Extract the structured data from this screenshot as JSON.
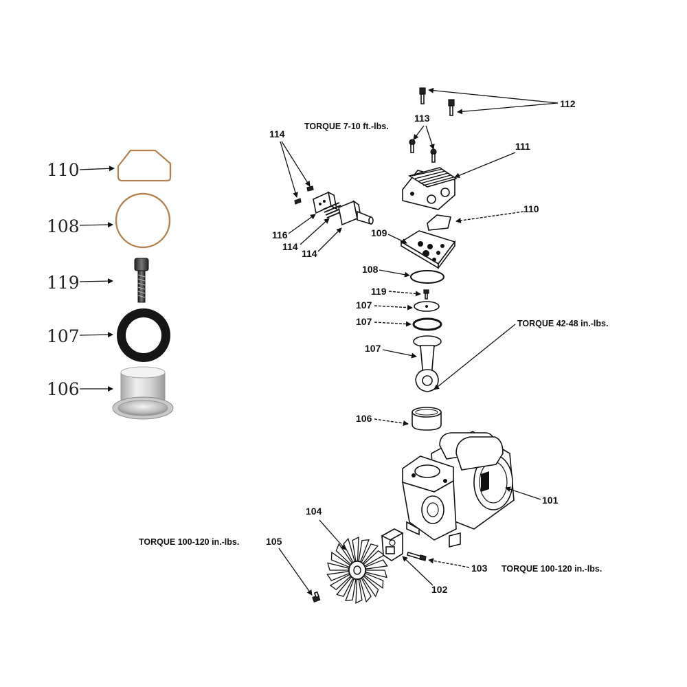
{
  "left_legend": {
    "items": [
      {
        "label": "110"
      },
      {
        "label": "108"
      },
      {
        "label": "119"
      },
      {
        "label": "107"
      },
      {
        "label": "106"
      }
    ]
  },
  "callouts": {
    "c112": "112",
    "c113": "113",
    "c111": "111",
    "c114a": "114",
    "c110": "110",
    "c116": "116",
    "c114b": "114",
    "c114c": "114",
    "c109": "109",
    "c108": "108",
    "c119": "119",
    "c107a": "107",
    "c107b": "107",
    "c107c": "107",
    "c106": "106",
    "c101": "101",
    "c104": "104",
    "c105": "105",
    "c103": "103",
    "c102": "102"
  },
  "torque_notes": {
    "head": "TORQUE  7-10 ft.-lbs.",
    "rod": "TORQUE  42-48 in.-lbs.",
    "fan": "TORQUE  100-120 in.-lbs.",
    "bracket": "TORQUE  100-120 in.-lbs."
  }
}
